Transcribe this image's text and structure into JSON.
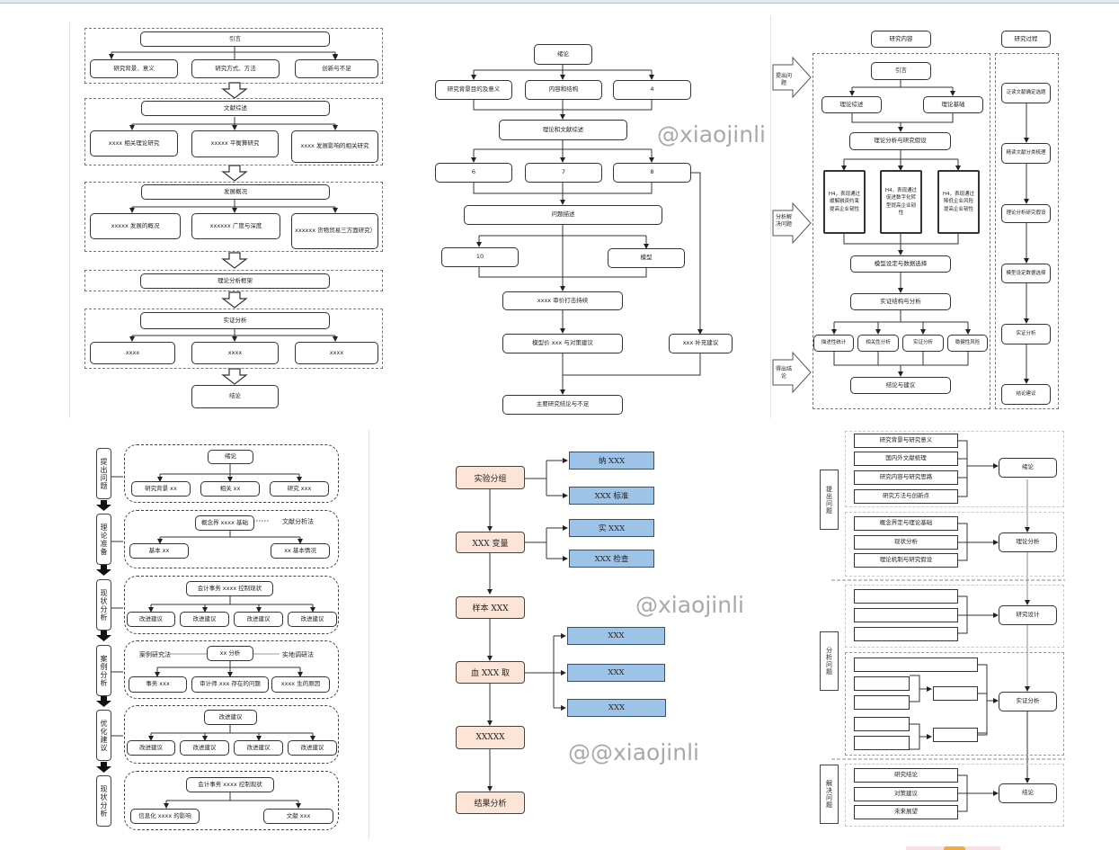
{
  "watermarks": [
    "@xiaojinli",
    "@xiaojinli",
    "@@xiaojinli"
  ],
  "panel1": {
    "groups": [
      {
        "title": "引言",
        "items": [
          "研究背景、意义",
          "研究方式、方法",
          "创新与不足"
        ]
      },
      {
        "title": "文献综述",
        "items": [
          "xxxx 相关理论研究",
          "xxxxx 平衡算研究",
          "xxxx 发展影响的相关研究"
        ]
      },
      {
        "title": "发展概况",
        "items": [
          "xxxxx 发展的概况",
          "xxxxxx 广度与深度",
          "xxxxxx 货物贸易三方面研究）"
        ]
      },
      {
        "title": "理论分析框架",
        "items": []
      },
      {
        "title": "实证分析",
        "items": [
          "xxxx",
          "xxxx",
          "xxxx"
        ]
      }
    ],
    "final": "结论"
  },
  "panel2": {
    "top": "绪论",
    "row1": [
      "研究背景目的及意义",
      "内容和结构",
      "4"
    ],
    "mid": "理论和文献综述",
    "row2": [
      "6",
      "7",
      "8"
    ],
    "problem": "问题描述",
    "row3": [
      "10",
      "模型"
    ],
    "eval": "xxxx 审价打击持续",
    "model_advice": "模型价 xxx 与对策建议",
    "supplement": "xxx 补充建议",
    "conclusion": "主要研究结论与不足"
  },
  "panel3": {
    "header_content": "研究内容",
    "header_process": "研究过程",
    "side_arrows": [
      "提出问题",
      "分析解决问题",
      "得出结论"
    ],
    "intro": "引言",
    "row1": [
      "理论综述",
      "理论基础"
    ],
    "hypothesis": "理论分析与研究假设",
    "h_boxes": [
      "H4，表现通过缓解融资约束提高企业韧性",
      "H4，表现通过促进数字化转型提高企业韧性",
      "H4，表现通过降低企业风险提高企业韧性"
    ],
    "model": "模型设定与数据选择",
    "empirical": "实证结构与分析",
    "row3": [
      "描述性统计",
      "相关性分析",
      "实证分析",
      "稳健性风险"
    ],
    "final": "结论与建议",
    "process_steps": [
      "泛读文献确定选题",
      "精读文献分类梳理",
      "理论分析研究假设",
      "模型设定数据选择",
      "实证分析",
      "结论建议"
    ]
  },
  "panel4": {
    "sides": [
      "提出问题",
      "理论准备",
      "现状分析",
      "案例分析",
      "优化建议",
      "现状分析"
    ],
    "g1": {
      "top": "绪论",
      "items": [
        "研究背景 xx",
        "相关 xx",
        "研究 xxx"
      ]
    },
    "g2": {
      "top": "概念界 xxxx 基础",
      "note": "文献分析法",
      "items": [
        "基本 xx",
        "xx 基本情况"
      ]
    },
    "g3": {
      "top": "会计事务 xxxx 控制现状",
      "items": [
        "改进建议",
        "改进建议",
        "改进建议",
        "改进建议"
      ]
    },
    "g4": {
      "top": "xx 分析",
      "note_left": "案例研究法",
      "note_right": "实地调研法",
      "items": [
        "事务 xxx",
        "审计师 xxx 存在的问题",
        "xxxx 生的原因"
      ]
    },
    "g5": {
      "top": "改进建议",
      "items": [
        "改进建议",
        "改进建议",
        "改进建议",
        "改进建议"
      ]
    },
    "g6": {
      "top": "会计事务 xxxx 控制现状",
      "items": [
        "信息化 xxxx 的影响",
        "文献 xxx"
      ]
    }
  },
  "panel5": {
    "steps": [
      "实验分组",
      "XXX 变量",
      "样本 XXX",
      "血 XXX 取",
      "XXXXX",
      "结果分析"
    ],
    "branches1": [
      "纳 XXX",
      "XXX 标准"
    ],
    "branches2": [
      "实 XXX",
      "XXX 检查"
    ],
    "branches4": [
      "XXX",
      "XXX",
      "XXX"
    ]
  },
  "panel6": {
    "sides": [
      "提出问题",
      "分析问题",
      "解决问题"
    ],
    "g1": {
      "items": [
        "研究背景与研究意义",
        "国内外文献梳理",
        "研究内容与研究思路",
        "研究方法与创新点"
      ],
      "target": "绪论"
    },
    "g2": {
      "items": [
        "概念界定与理论基础",
        "现状分析",
        "理论机制与研究假设"
      ],
      "target": "理论分析"
    },
    "g3": {
      "items": [
        "",
        "",
        ""
      ],
      "target": "研究设计"
    },
    "g4": {
      "target": "实证分析"
    },
    "g5": {
      "items": [
        "研究结论",
        "对策建议",
        "未来展望"
      ],
      "target": "结论"
    }
  }
}
